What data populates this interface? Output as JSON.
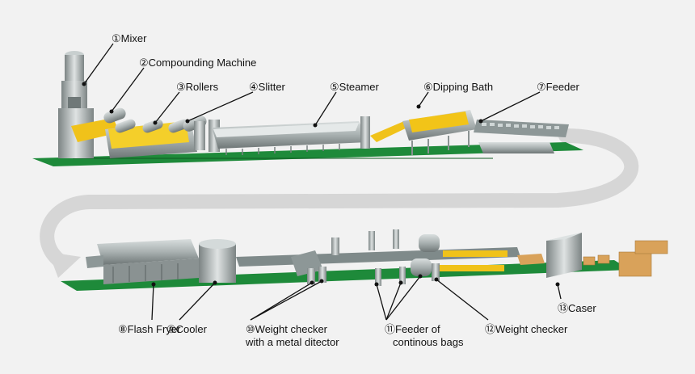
{
  "labels": {
    "mixer": "①Mixer",
    "compounding": "②Compounding Machine",
    "rollers": "③Rollers",
    "slitter": "④Slitter",
    "steamer": "⑤Steamer",
    "dipping": "⑥Dipping Bath",
    "feeder": "⑦Feeder",
    "flash_fryer": "⑧Flash Fryer",
    "cooler": "⑨Cooler",
    "weight_checker_metal_1": "⑩Weight checker",
    "weight_checker_metal_2": "with a metal ditector",
    "feeder_bags_1": "⑪Feeder of",
    "feeder_bags_2": "continous bags",
    "weight_checker": "⑫Weight checker",
    "caser": "⑬Caser"
  },
  "colors": {
    "background": "#f2f2f2",
    "conveyor_green": "#1e8a3a",
    "machine_gray": "#a9b0b0",
    "machine_dark": "#6c7474",
    "noodle_yellow": "#f0c21a",
    "return_arrow": "#d8d8d8",
    "box_tan": "#d9a25a"
  }
}
